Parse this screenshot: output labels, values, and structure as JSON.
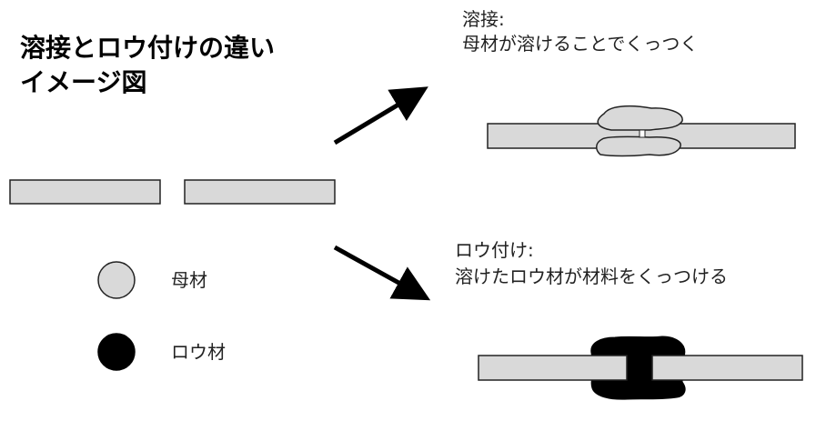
{
  "title": {
    "line1": "溶接とロウ付けの違い",
    "line2": "イメージ図"
  },
  "welding": {
    "label": "溶接:",
    "description": "母材が溶けることでくっつく"
  },
  "brazing": {
    "label": "ロウ付け:",
    "description": "溶けたロウ材が材料をくっつける"
  },
  "legend": {
    "base_material": "母材",
    "brazing_material": "ロウ材"
  },
  "colors": {
    "base_material": "#d9d9d9",
    "brazing_material": "#000000",
    "outline": "#222222",
    "arrow": "#000000"
  }
}
